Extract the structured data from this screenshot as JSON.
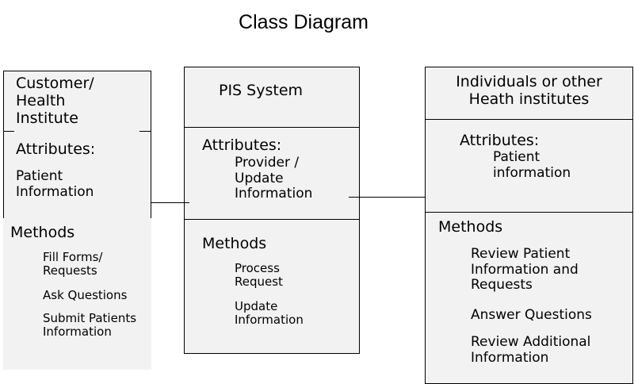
{
  "title": "Class Diagram",
  "classes": {
    "customer": {
      "name": "Customer/\nHealth\nInstitute",
      "attributes_label": "Attributes:",
      "attributes": "Patient\nInformation",
      "methods_label": "Methods",
      "methods": [
        "Fill Forms/\nRequests",
        "Ask Questions",
        "Submit Patients\nInformation"
      ]
    },
    "pis": {
      "name": "PIS System",
      "attributes_label": "Attributes:",
      "attributes": "Provider /\nUpdate\nInformation",
      "methods_label": "Methods",
      "methods": [
        "Process\nRequest",
        "Update\nInformation"
      ]
    },
    "individuals": {
      "name": "Individuals or other\nHeath institutes",
      "attributes_label": "Attributes:",
      "attributes": "Patient\ninformation",
      "methods_label": "Methods",
      "methods": [
        "Review Patient\nInformation and\nRequests",
        "Answer Questions",
        "Review Additional\nInformation"
      ]
    }
  }
}
